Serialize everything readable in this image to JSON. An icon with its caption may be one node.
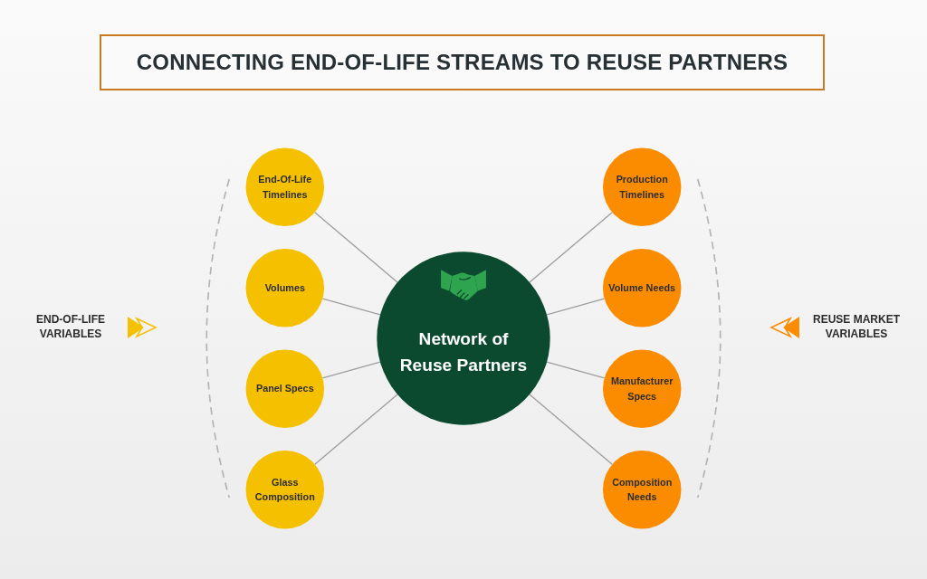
{
  "diagram": {
    "title": "CONNECTING END-OF-LIFE STREAMS TO REUSE PARTNERS",
    "nodes": [
      {
        "text": [
          "End-Of-Life Timelines"
        ]
      },
      {
        "text": [
          "Volumes"
        ]
      },
      {
        "text": [
          "Panel Specs"
        ]
      },
      {
        "text": [
          "Glass Composition"
        ]
      },
      {
        "text": [
          "Network of Reuse Partners"
        ]
      },
      {
        "text": [
          "Production Timelines"
        ]
      },
      {
        "text": [
          "Volume Needs"
        ]
      },
      {
        "text": [
          "Manufacturer Specs"
        ]
      },
      {
        "text": [
          "Composition Needs"
        ]
      }
    ],
    "edges": [
      {
        "from": 0,
        "to": 4,
        "arrow": "none"
      },
      {
        "from": 1,
        "to": 4,
        "arrow": "none"
      },
      {
        "from": 2,
        "to": 4,
        "arrow": "none"
      },
      {
        "from": 3,
        "to": 4,
        "arrow": "none"
      },
      {
        "from": 4,
        "to": 5,
        "arrow": "none"
      },
      {
        "from": 4,
        "to": 6,
        "arrow": "none"
      },
      {
        "from": 4,
        "to": 7,
        "arrow": "none"
      },
      {
        "from": 4,
        "to": 8,
        "arrow": "none"
      }
    ],
    "labels": [
      "END-OF-LIFE VARIABLES",
      "REUSE MARKET VARIABLES"
    ]
  }
}
